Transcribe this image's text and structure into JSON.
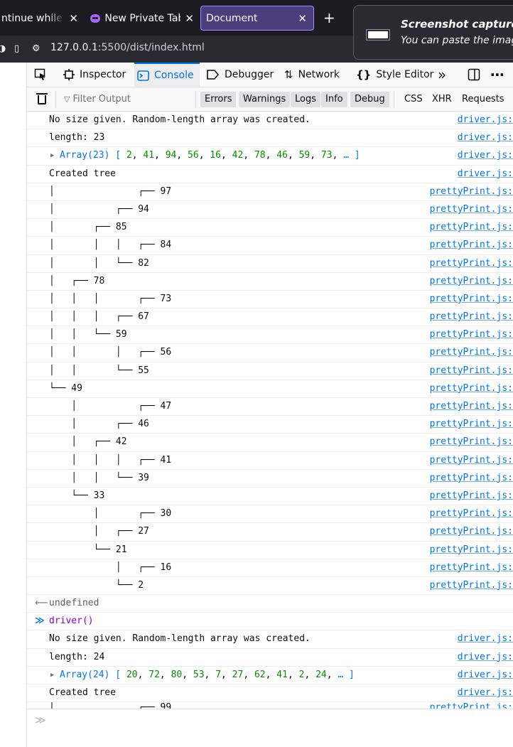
{
  "browser": {
    "tabs": [
      {
        "title": "ntinue while lo",
        "close": "✕"
      },
      {
        "title": "New Private Tab",
        "close": "✕"
      },
      {
        "title": "Document",
        "close": "✕"
      }
    ],
    "new_tab": "+",
    "url_host": "127.0.0.1",
    "url_path": ":5500/dist/index.html"
  },
  "notification": {
    "title": "Screenshot captured",
    "subtitle": "You can paste the image"
  },
  "devtools": {
    "tabs": [
      "Inspector",
      "Console",
      "Debugger",
      "Network",
      "Style Editor"
    ],
    "selected_tab": "Console",
    "overflow": "»",
    "more": "⋯",
    "filter_placeholder": "Filter Output",
    "levels": [
      "Errors",
      "Warnings",
      "Logs",
      "Info",
      "Debug"
    ],
    "types": [
      "CSS",
      "XHR",
      "Requests"
    ]
  },
  "console": {
    "rows": [
      {
        "text": "No size given. Random-length array was created.",
        "src": "driver.js:"
      },
      {
        "text": "length: 23",
        "src": "driver.js:"
      },
      {
        "kind": "array",
        "label": "Array(23)",
        "items": [
          "2",
          "41",
          "94",
          "56",
          "16",
          "42",
          "78",
          "46",
          "59",
          "73"
        ],
        "ellipsis": "…",
        "src": "driver.js:"
      },
      {
        "text": "Created tree",
        "src": "driver.js:"
      },
      {
        "text": "│               ┌── 97",
        "src": "prettyPrint.js:"
      },
      {
        "text": "│           ┌── 94",
        "src": "prettyPrint.js:"
      },
      {
        "text": "│       ┌── 85",
        "src": "prettyPrint.js:"
      },
      {
        "text": "│       │   │   ┌── 84",
        "src": "prettyPrint.js:"
      },
      {
        "text": "│       │   └── 82",
        "src": "prettyPrint.js:"
      },
      {
        "text": "│   ┌── 78",
        "src": "prettyPrint.js:"
      },
      {
        "text": "│   │   │       ┌── 73",
        "src": "prettyPrint.js:"
      },
      {
        "text": "│   │   │   ┌── 67",
        "src": "prettyPrint.js:"
      },
      {
        "text": "│   │   └── 59",
        "src": "prettyPrint.js:"
      },
      {
        "text": "│   │       │   ┌── 56",
        "src": "prettyPrint.js:"
      },
      {
        "text": "│   │       └── 55",
        "src": "prettyPrint.js:"
      },
      {
        "text": "└── 49",
        "src": "prettyPrint.js:"
      },
      {
        "text": "    │           ┌── 47",
        "src": "prettyPrint.js:"
      },
      {
        "text": "    │       ┌── 46",
        "src": "prettyPrint.js:"
      },
      {
        "text": "    │   ┌── 42",
        "src": "prettyPrint.js:"
      },
      {
        "text": "    │   │   │   ┌── 41",
        "src": "prettyPrint.js:"
      },
      {
        "text": "    │   │   └── 39",
        "src": "prettyPrint.js:"
      },
      {
        "text": "    └── 33",
        "src": "prettyPrint.js:"
      },
      {
        "text": "        │       ┌── 30",
        "src": "prettyPrint.js:"
      },
      {
        "text": "        │   ┌── 27",
        "src": "prettyPrint.js:"
      },
      {
        "text": "        └── 21",
        "src": "prettyPrint.js:"
      },
      {
        "text": "            │   ┌── 16",
        "src": "prettyPrint.js:"
      },
      {
        "text": "            └── 2",
        "src": "prettyPrint.js:"
      },
      {
        "kind": "result",
        "text": "undefined",
        "src": ""
      },
      {
        "kind": "input",
        "text": "driver()",
        "src": ""
      },
      {
        "text": "No size given. Random-length array was created.",
        "src": "driver.js:"
      },
      {
        "text": "length: 24",
        "src": "driver.js:"
      },
      {
        "kind": "array",
        "label": "Array(24)",
        "items": [
          "20",
          "72",
          "80",
          "53",
          "7",
          "27",
          "62",
          "41",
          "2",
          "24"
        ],
        "ellipsis": "…",
        "src": "driver.js:"
      },
      {
        "text": "Created tree",
        "src": "driver.js:"
      },
      {
        "kind": "partial",
        "text": "│               ┌── 99",
        "src": "prettyPrint.js:"
      }
    ]
  }
}
